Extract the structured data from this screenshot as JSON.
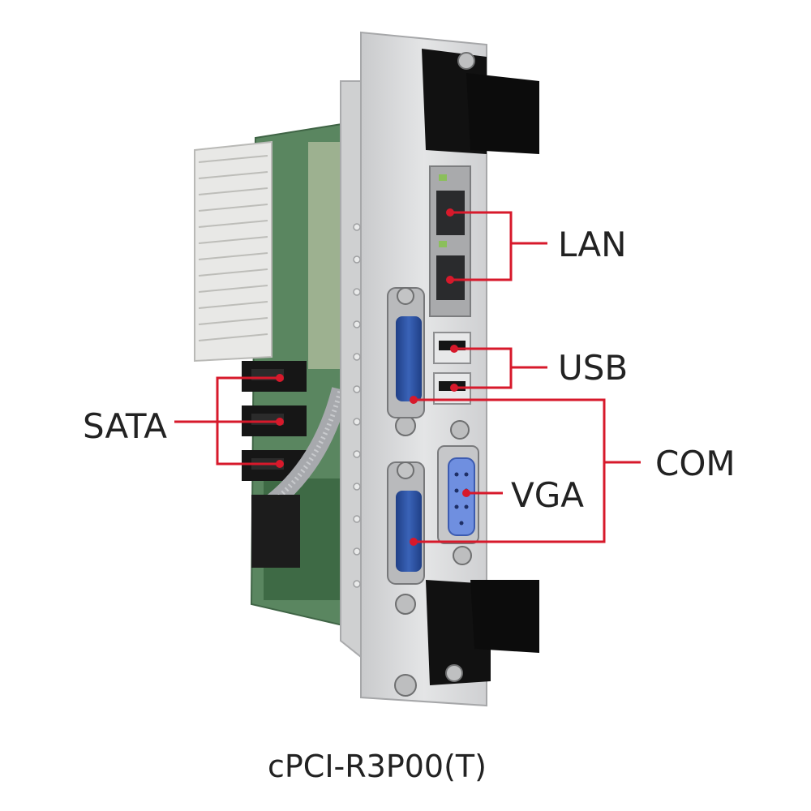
{
  "caption": "cPCI-R3P00(T)",
  "callouts": {
    "lan": "LAN",
    "usb": "USB",
    "sata": "SATA",
    "com": "COM",
    "vga": "VGA"
  },
  "colors": {
    "callout_line": "#d7192b",
    "panel": "#d9dadb",
    "pcb": "#4f7a52",
    "connector_blue": "#2b4f9a",
    "vga_blue": "#6f8fe0",
    "dark": "#151515"
  }
}
